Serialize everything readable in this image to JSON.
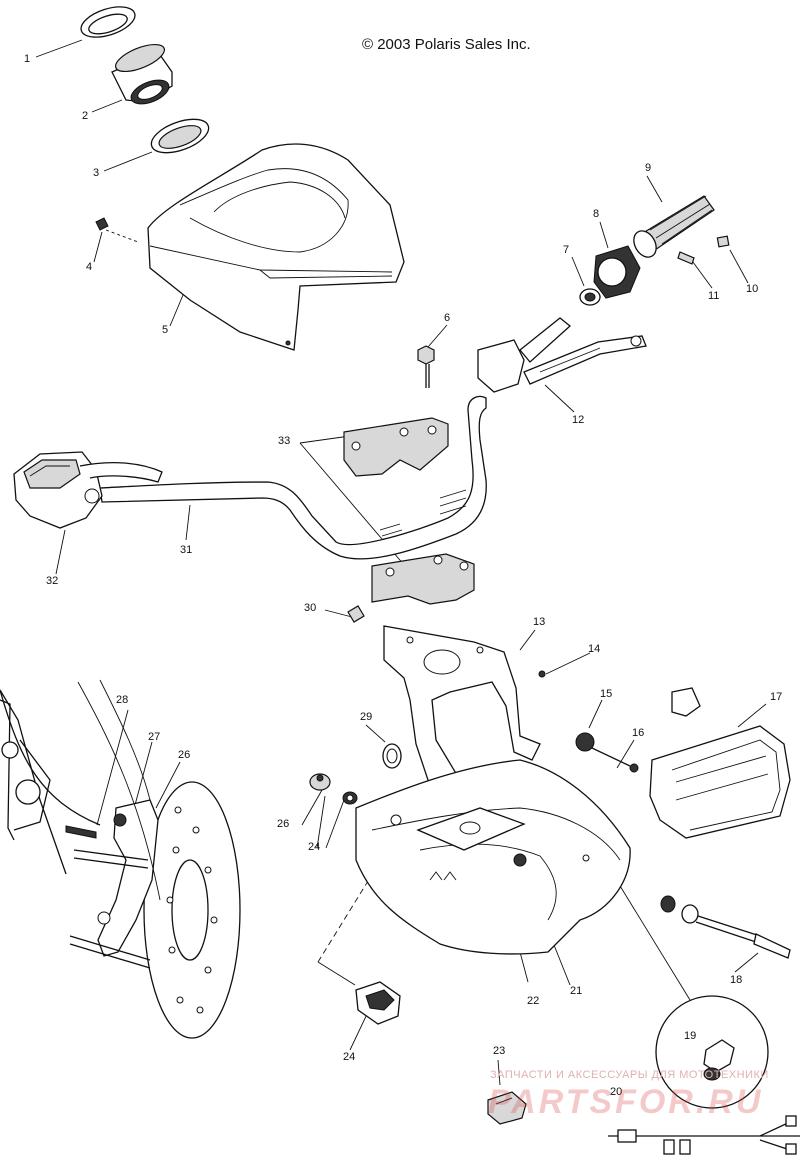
{
  "copyright": "© 2003 Polaris Sales Inc.",
  "watermark": {
    "line1": "ЗАПЧАСТИ И АКСЕССУАРЫ ДЛЯ МОТОТЕХНИКИ",
    "line2": "PARTSFOR.RU"
  },
  "callouts": {
    "c1": "1",
    "c2": "2",
    "c3": "3",
    "c4": "4",
    "c5": "5",
    "c6": "6",
    "c7": "7",
    "c8": "8",
    "c9": "9",
    "c10": "10",
    "c11": "11",
    "c12": "12",
    "c13": "13",
    "c14": "14",
    "c15": "15",
    "c16": "16",
    "c17": "17",
    "c18": "18",
    "c19": "19",
    "c20": "20",
    "c21": "21",
    "c22": "22",
    "c23": "23",
    "c24a": "24",
    "c24b": "24",
    "c26a": "26",
    "c26b": "26",
    "c27": "27",
    "c28": "28",
    "c29": "29",
    "c30": "30",
    "c31": "31",
    "c32": "32",
    "c33": "33"
  }
}
